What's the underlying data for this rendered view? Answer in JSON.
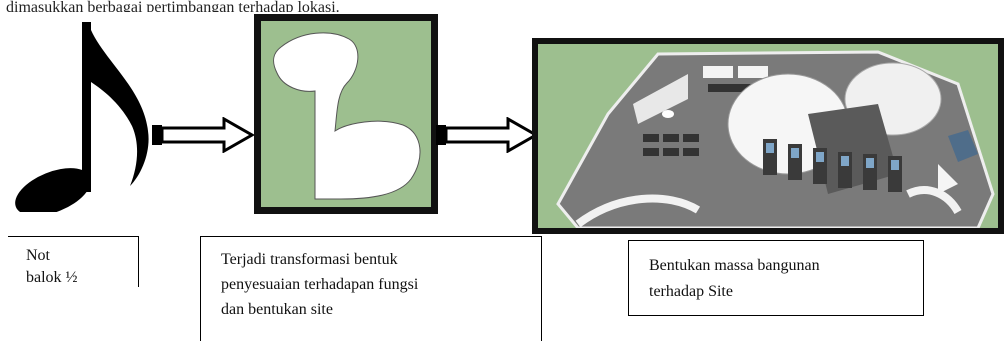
{
  "top_text": "dimasukkan berbagai pertimbangan terhadap lokasi.",
  "captions": {
    "note": {
      "line1": "Not",
      "line2": "balok ½"
    },
    "transformation": {
      "line1": "Terjadi transformasi bentuk",
      "line2": "penyesuaian terhadapan fungsi",
      "line3": "dan bentukan site"
    },
    "site": {
      "line1": "Bentukan massa bangunan",
      "line2": "terhadap Site"
    }
  },
  "icons": {
    "note": "half-note-icon",
    "arrow_1": "right-arrow-icon",
    "arrow_2": "right-arrow-icon",
    "shape": "transformed-shape-icon",
    "site": "site-massing-render"
  },
  "colors": {
    "green_bg": "#9dbf8f",
    "frame": "#111111",
    "site_gray": "#7a7a7a",
    "dark_gray": "#3a3a3a"
  }
}
